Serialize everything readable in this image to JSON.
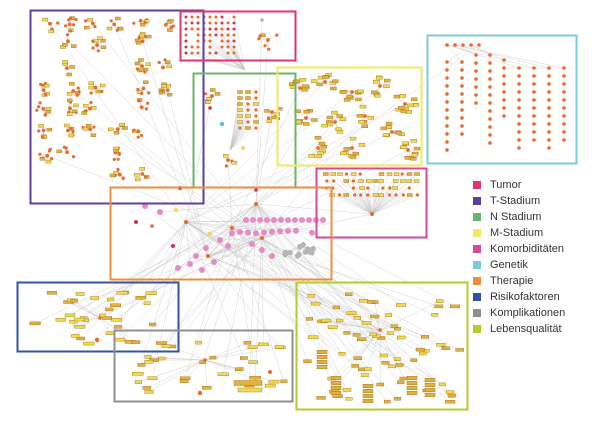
{
  "legend": [
    {
      "label": "Tumor",
      "color": "#e2346a"
    },
    {
      "label": "T-Stadium",
      "color": "#5e3fa1"
    },
    {
      "label": "N Stadium",
      "color": "#6cb46a"
    },
    {
      "label": "M-Stadium",
      "color": "#f1ea62"
    },
    {
      "label": "Komorbiditäten",
      "color": "#d8489c"
    },
    {
      "label": "Genetik",
      "color": "#7ccbdc"
    },
    {
      "label": "Therapie",
      "color": "#f08c3f"
    },
    {
      "label": "Risikofaktoren",
      "color": "#2f55a4"
    },
    {
      "label": "Komplikationen",
      "color": "#8f8f8f"
    },
    {
      "label": "Lebensqualität",
      "color": "#b3cc2d"
    }
  ],
  "network": {
    "node_colors": {
      "orange": "#e96b2b",
      "gold": "#e3b13c",
      "yellow": "#f2da4e",
      "pink": "#e58cc6",
      "grey": "#b5b5b5",
      "red": "#d9304b",
      "cyan": "#4fc3d9",
      "outline": "#9a6a1c"
    },
    "edge_color": "#c2c2c2"
  }
}
